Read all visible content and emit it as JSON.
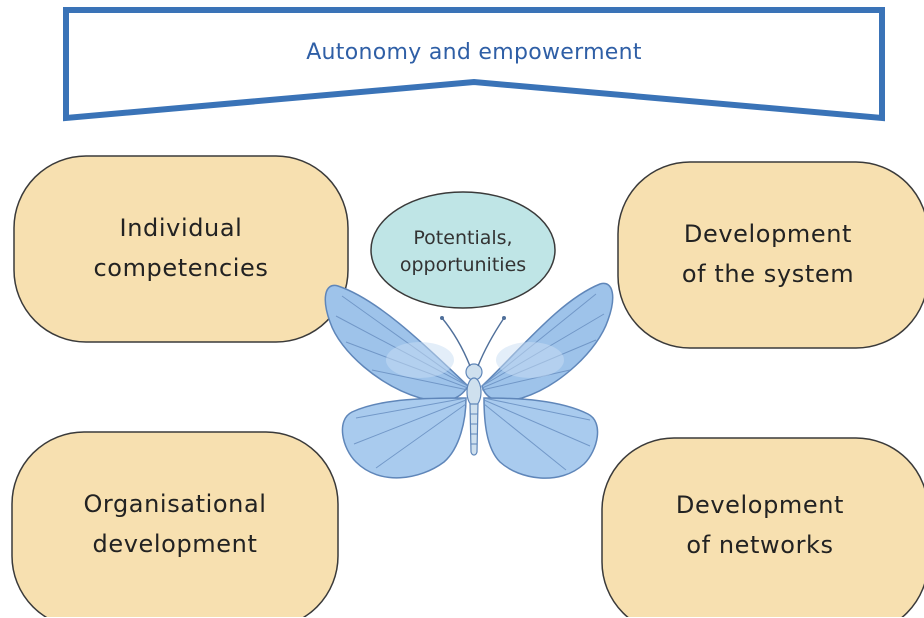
{
  "banner": {
    "title": "Autonomy and empowerment"
  },
  "center": {
    "line1": "Potentials,",
    "line2": "opportunities"
  },
  "boxes": {
    "top_left": {
      "line1": "Individual",
      "line2": "competencies"
    },
    "top_right": {
      "line1": "Development",
      "line2": "of the system"
    },
    "bottom_left": {
      "line1": "Organisational",
      "line2": "development"
    },
    "bottom_right": {
      "line1": "Development",
      "line2": "of networks"
    }
  },
  "colors": {
    "banner_outline": "#3a73b7",
    "banner_text": "#2f5fa6",
    "box_fill": "#f7e0b0",
    "box_stroke": "#3a3a3a",
    "bubble_fill": "#bfe5e6",
    "butterfly_wing": "#9ec3ea",
    "butterfly_vein": "#5f86b9"
  },
  "icons": {
    "butterfly": "butterfly-illustration"
  }
}
